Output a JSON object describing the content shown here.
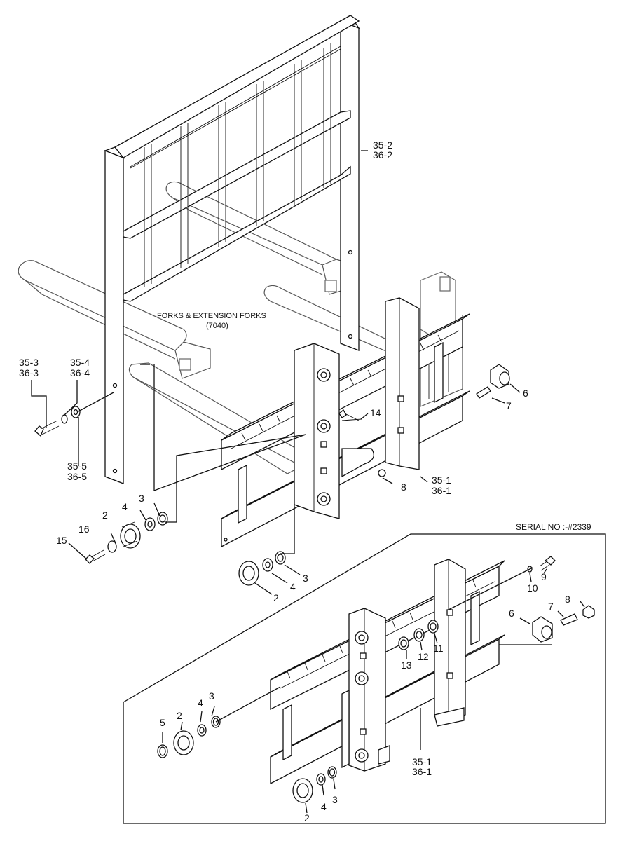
{
  "caption": {
    "line1": "FORKS & EXTENSION FORKS",
    "line2": "(7040)"
  },
  "serial_note": "SERIAL NO :-#2339",
  "labels_top": {
    "backrest_a": "35-2",
    "backrest_b": "36-2",
    "bolt_a": "35-3",
    "bolt_b": "36-3",
    "lockwasher_a": "35-4",
    "lockwasher_b": "36-4",
    "washer_a": "35-5",
    "washer_b": "36-5",
    "carriage_a": "35-1",
    "carriage_b": "36-1",
    "p2_left": "2",
    "p3_left": "3",
    "p4_left": "4",
    "p15": "15",
    "p16": "16",
    "p2_bottom": "2",
    "p3_bottom": "3",
    "p4_bottom": "4",
    "p6": "6",
    "p7": "7",
    "p8": "8",
    "p14": "14"
  },
  "labels_inset": {
    "p2_left": "2",
    "p3_left": "3",
    "p4_left": "4",
    "p5": "5",
    "p2_bottom": "2",
    "p3_bottom": "3",
    "p4_bottom": "4",
    "p6": "6",
    "p7": "7",
    "p8": "8",
    "p9": "9",
    "p10": "10",
    "p11": "11",
    "p12": "12",
    "p13": "13",
    "carriage_a": "35-1",
    "carriage_b": "36-1"
  }
}
